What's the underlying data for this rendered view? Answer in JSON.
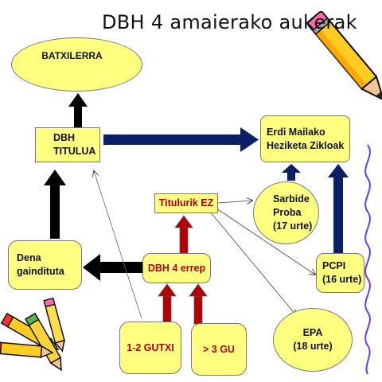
{
  "title": "DBH 4 amaierako aukerak",
  "nodes": {
    "batxilerra": "BATXILERRA",
    "dbh_titulua": "DBH\nTITULUA",
    "erdi_mailako": "Erdi Mailako\nHeziketa Zikloak",
    "titulurik_ez": "Titulurik EZ",
    "sarbide_proba": "Sarbide\nProba\n(17 urte)",
    "dena_gaindituta": "Dena\ngaindituta",
    "dbh4_errep": "DBH 4 errep",
    "pcpi": "PCPI\n(16 urte)",
    "gutxi": "1-2 GUTXI",
    "gu3": "> 3 GU",
    "epa": "EPA\n(18 urte)"
  },
  "colors": {
    "node_fill": "#ffff80",
    "black_arrow": "#000000",
    "navy_arrow": "#0a1f66",
    "red_arrow": "#b30000",
    "red_text": "#b40000",
    "wavy_line": "#6a3cf0"
  },
  "icons": [
    "pencil-icon-large",
    "pencils-bundle-icon"
  ]
}
